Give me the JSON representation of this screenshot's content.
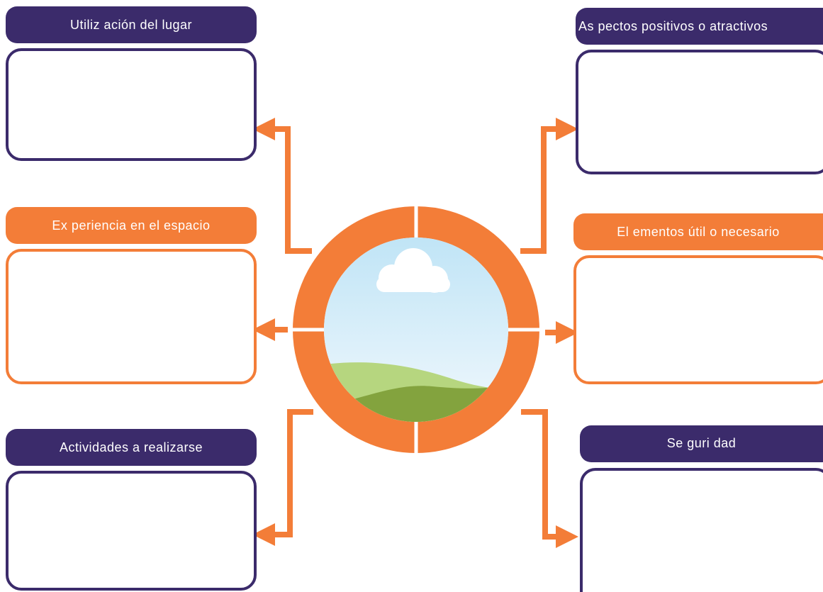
{
  "colors": {
    "purple": "#3b2b6b",
    "orange": "#f37d38",
    "sky_top": "#bfe4f6",
    "sky_bottom": "#eef7fc",
    "hill_light": "#b6d67f",
    "hill_dark": "#83a33e",
    "cloud": "#ffffff"
  },
  "panels": {
    "top_left": {
      "title": "Utiliz ación del lugar",
      "color": "purple"
    },
    "middle_left": {
      "title": "Ex periencia en el espacio",
      "color": "orange"
    },
    "bottom_left": {
      "title": "Actividades a realizarse",
      "color": "purple"
    },
    "top_right": {
      "title": "As pectos positivos o atractivos",
      "color": "purple"
    },
    "middle_right": {
      "title": "El ementos útil o necesario",
      "color": "orange"
    },
    "bottom_right": {
      "title": "Se guri dad",
      "color": "purple"
    }
  },
  "center": {
    "image": "landscape-icon",
    "ring": "orange-ring"
  }
}
